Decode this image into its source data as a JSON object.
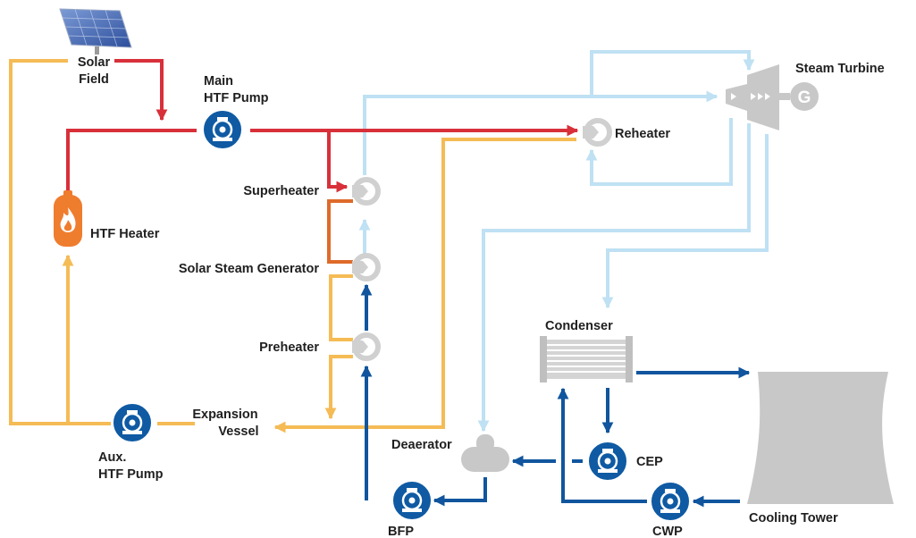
{
  "labels": {
    "solar_field": [
      "Solar",
      "Field"
    ],
    "main_htf_pump": [
      "Main",
      "HTF Pump"
    ],
    "steam_turbine": "Steam Turbine",
    "generator_letter": "G",
    "reheater": "Reheater",
    "superheater": "Superheater",
    "htf_heater": "HTF Heater",
    "solar_steam_generator": "Solar Steam Generator",
    "preheater": "Preheater",
    "condenser": "Condenser",
    "expansion_vessel": [
      "Expansion",
      "Vessel"
    ],
    "deaerator": "Deaerator",
    "aux_htf_pump": [
      "Aux.",
      "HTF Pump"
    ],
    "cep": "CEP",
    "bfp": "BFP",
    "cwp": "CWP",
    "cooling_tower": "Cooling Tower"
  },
  "colors": {
    "hot_htf": "#d8303a",
    "mid_htf": "#de6a2a",
    "cold_htf": "#f5bb55",
    "steam": "#bfe1f3",
    "water": "#10559d",
    "equipment": "#c8c8c8",
    "pump": "#0f5aa3",
    "flame": "#ef7d2e"
  }
}
